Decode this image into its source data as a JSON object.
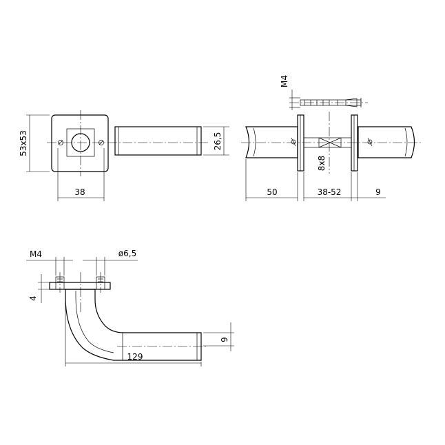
{
  "dimensions": {
    "rosette_size": "53x53",
    "rosette_width": "38",
    "handle_height": "26,5",
    "handle_projection": "50",
    "door_thickness": "38-52",
    "rosette_depth": "9",
    "screw_thread_top": "M4",
    "spindle": "8x8",
    "screw_thread_side": "M4",
    "hole_diameter": "ø6,5",
    "base_height": "4",
    "handle_length": "129",
    "grip_height": "9"
  }
}
